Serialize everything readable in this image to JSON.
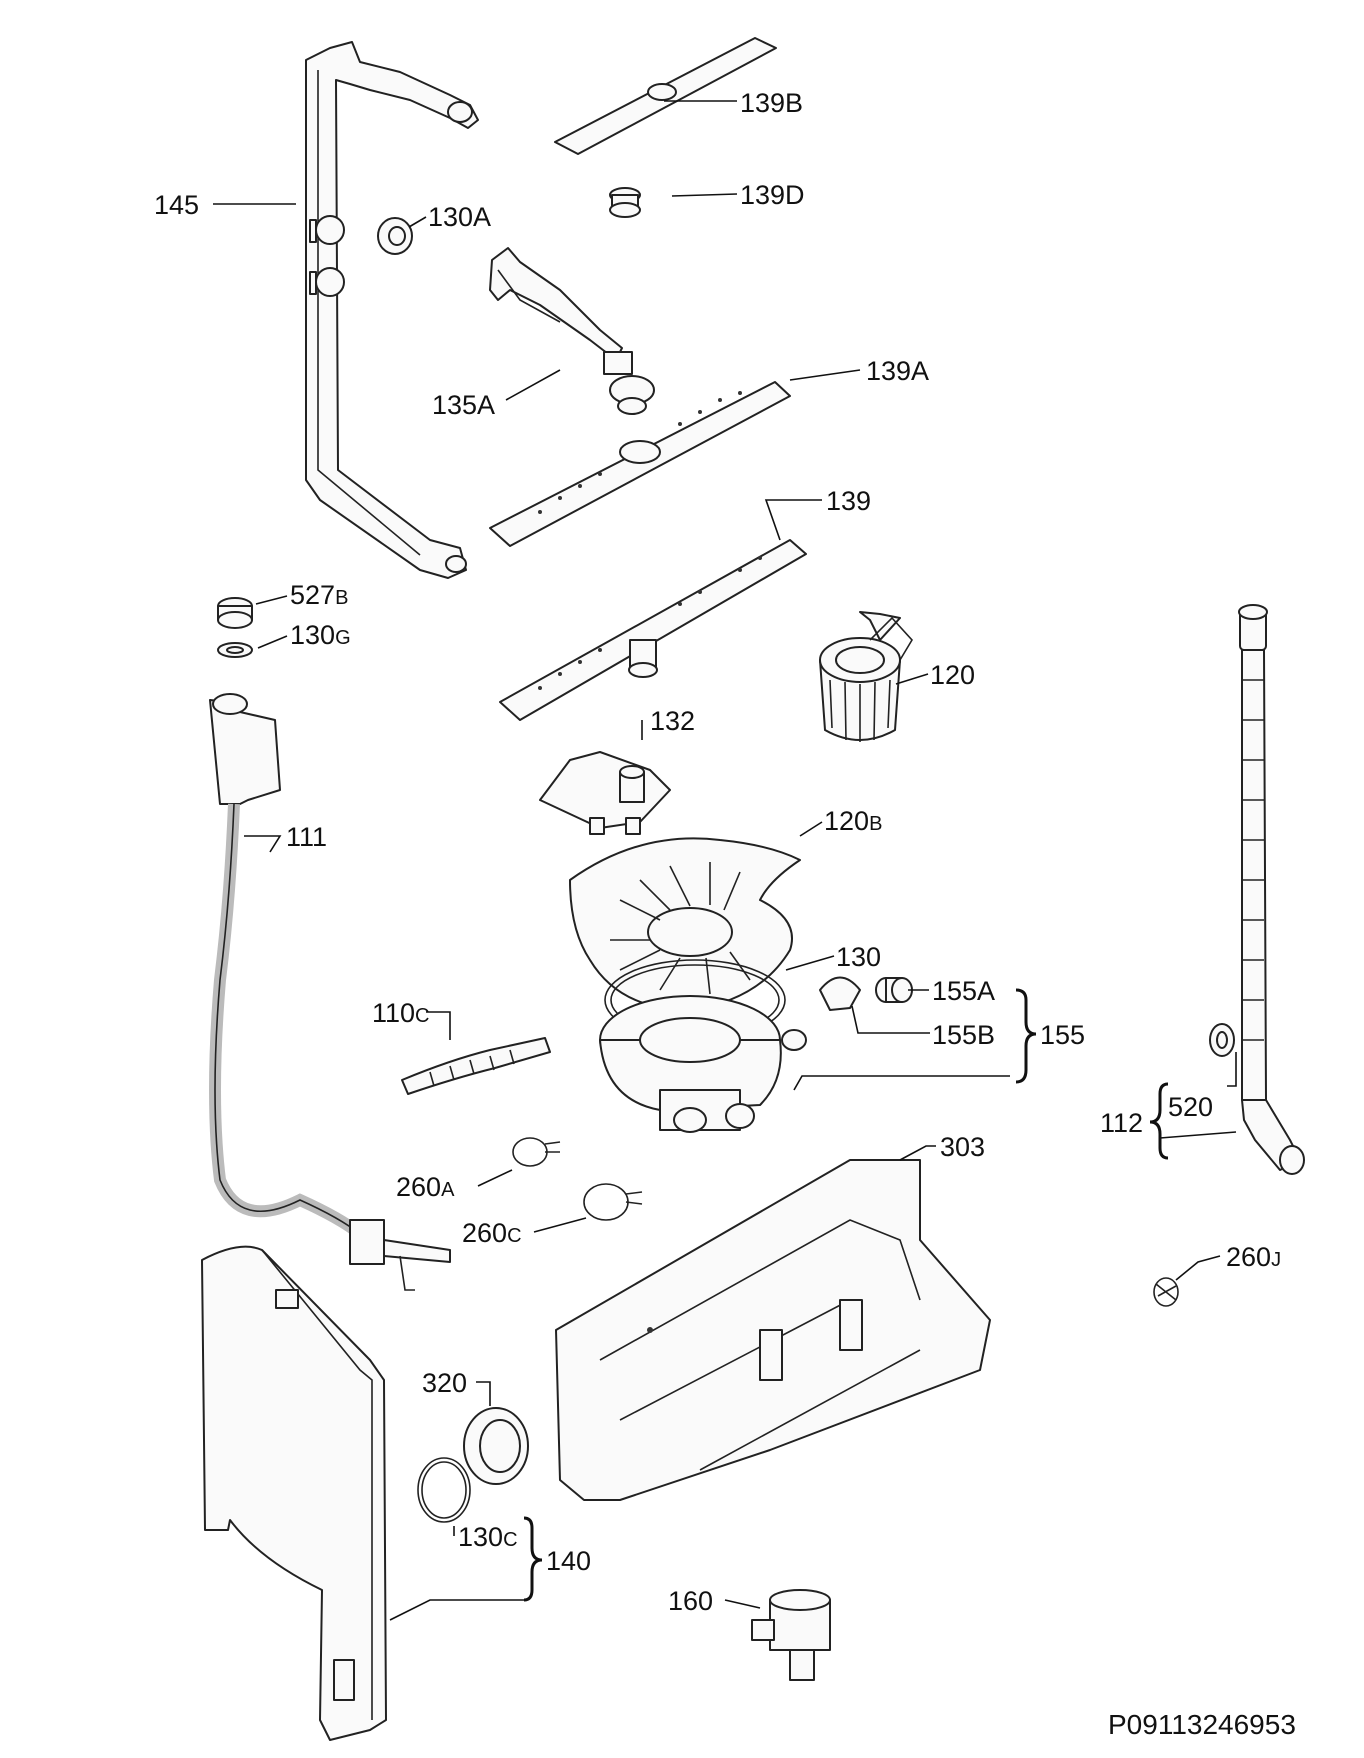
{
  "drawing_code": "P09113246953",
  "labels": {
    "l145": "145",
    "l130A": "130A",
    "l139B": "139B",
    "l139D": "139D",
    "l135A": "135A",
    "l139A": "139A",
    "l139": "139",
    "l527B_main": "527",
    "l527B_sub": "B",
    "l130G_main": "130",
    "l130G_sub": "G",
    "l120": "120",
    "l132": "132",
    "l111": "111",
    "l120B_main": "120",
    "l120B_sub": "B",
    "l130": "130",
    "l155A": "155A",
    "l155B": "155B",
    "l155": "155",
    "l110C_main": "110",
    "l110C_sub": "C",
    "l112": "112",
    "l520": "520",
    "l303": "303",
    "l260A_main": "260",
    "l260A_sub": "A",
    "l260C_main": "260",
    "l260C_sub": "C",
    "l260J_main": "260",
    "l260J_sub": "J",
    "l320": "320",
    "l130C_main": "130",
    "l130C_sub": "C",
    "l140": "140",
    "l160": "160"
  }
}
